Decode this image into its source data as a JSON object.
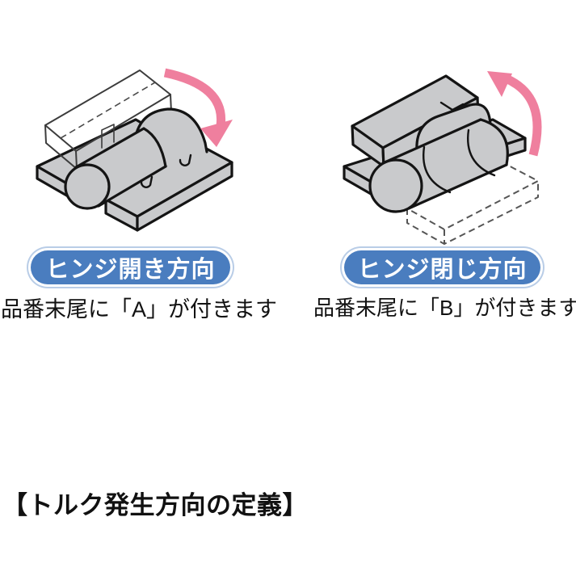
{
  "colors": {
    "background": "#ffffff",
    "badge_blue": "#4a7dbf",
    "badge_text": "#ffffff",
    "arrow_pink": "#ef7f9e",
    "metal_gray": "#c9cacc",
    "outline_black": "#141414",
    "text_black": "#111111"
  },
  "figures": {
    "open": {
      "badge_label": "ヒンジ開き方向",
      "caption": "品番末尾に「A」が付きます",
      "arrow_direction": "clockwise-down",
      "illustration": "hinge with phantom leaf raised, rotation arrow sweeping down"
    },
    "close": {
      "badge_label": "ヒンジ閉じ方向",
      "caption": "品番末尾に「B」が付きます",
      "arrow_direction": "counterclockwise-up",
      "illustration": "hinge with gray leaf raised, dashed phantom leaf flat, rotation arrow sweeping up"
    }
  },
  "heading": {
    "title": "【トルク発生方向の定義】"
  }
}
